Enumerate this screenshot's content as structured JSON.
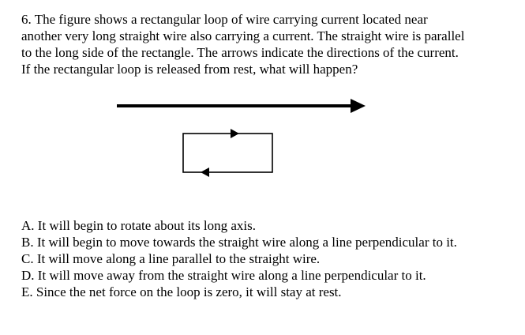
{
  "question": {
    "lines": [
      "6. The figure shows a rectangular loop of wire carrying current located near",
      "another very long straight wire also carrying a current. The straight wire is parallel",
      "to the long side of the rectangle. The arrows indicate the directions of the current.",
      "If the rectangular loop is released from rest, what will happen?"
    ]
  },
  "figure": {
    "straight_wire_current_direction": "right",
    "loop_top_current_direction": "right",
    "loop_bottom_current_direction": "left"
  },
  "choices": [
    "A. It will begin to rotate about its long axis.",
    "B. It will begin to move towards the straight wire along a line perpendicular to it.",
    "C. It will move along a line parallel to the straight wire.",
    "D. It will move away from the straight wire along a line perpendicular to it.",
    "E. Since the net force on the loop is zero, it will stay at rest."
  ]
}
